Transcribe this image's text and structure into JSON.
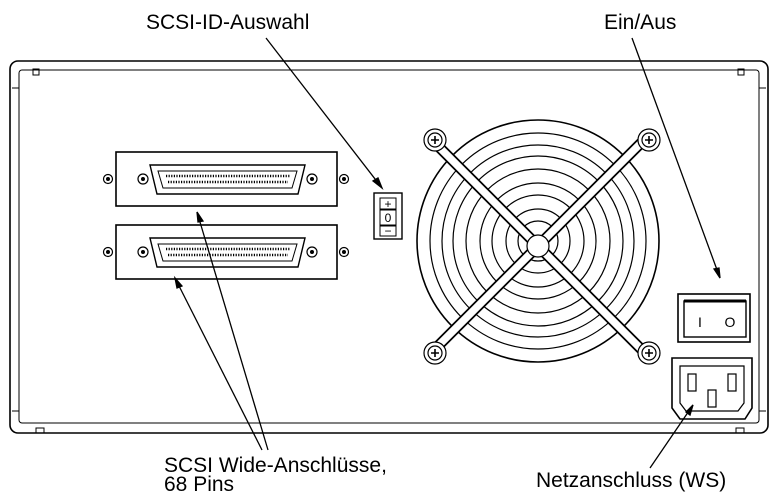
{
  "labels": {
    "scsi_id": "SCSI-ID-Auswahl",
    "power": "Ein/Aus",
    "connectors_line1": "SCSI Wide-Anschlüsse,",
    "connectors_line2": "68 Pins",
    "mains": "Netzanschluss (WS)"
  },
  "scsi_id_selector": {
    "plus": "+",
    "value": "0",
    "minus": "−"
  },
  "power_switch": {
    "off": "I",
    "on": "O"
  },
  "colors": {
    "line": "#000000",
    "background": "#ffffff"
  }
}
